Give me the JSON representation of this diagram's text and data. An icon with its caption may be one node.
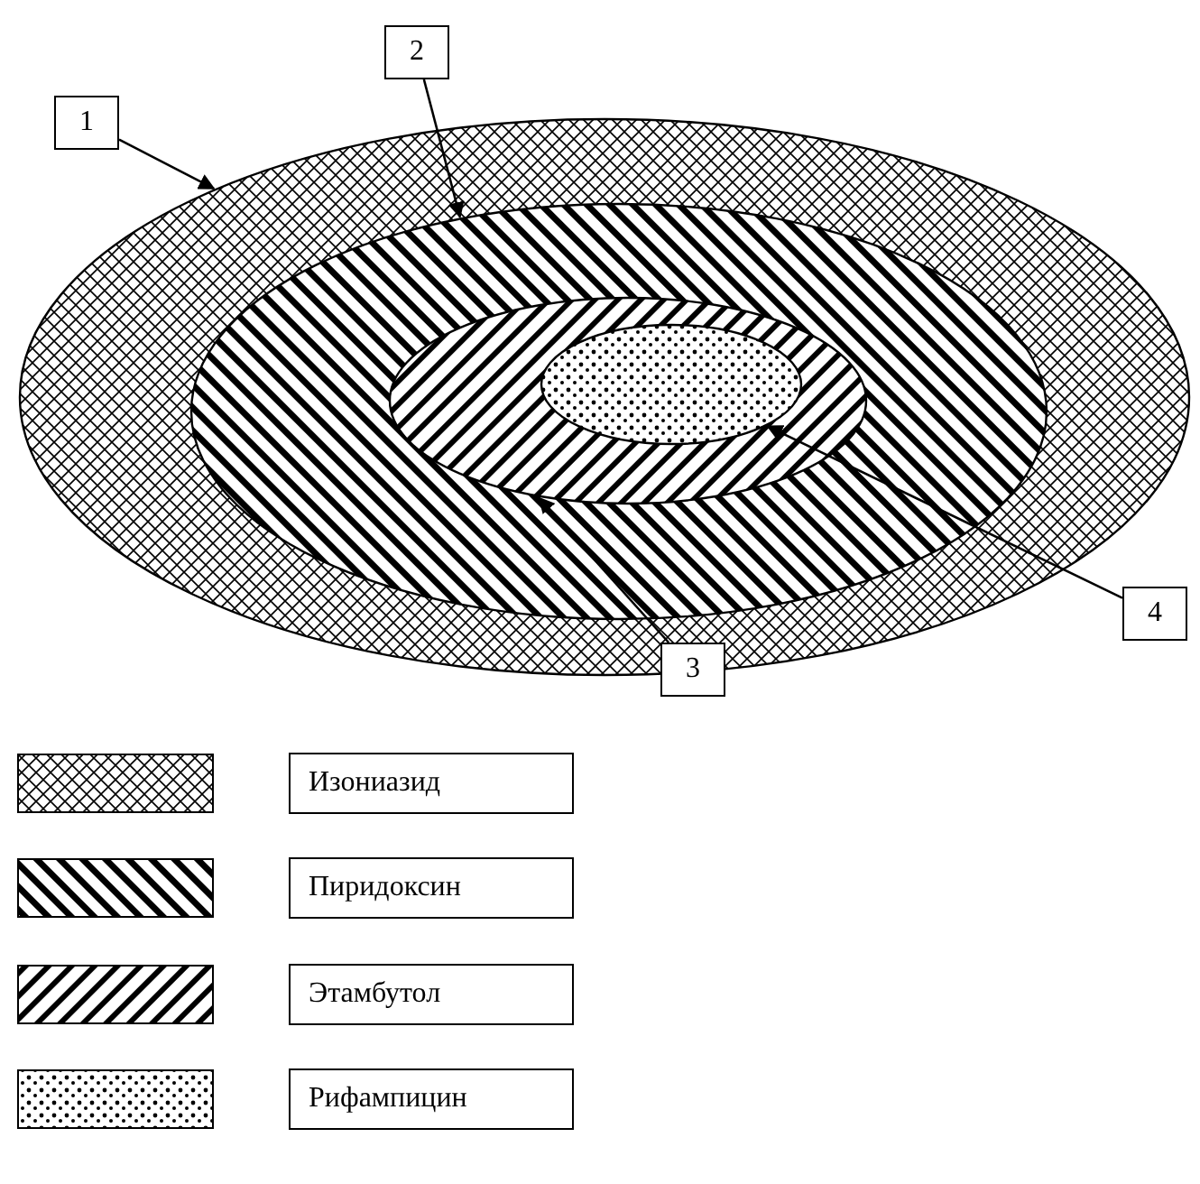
{
  "diagram": {
    "nodes": [
      {
        "text": [],
        "shape": "ellipse"
      },
      {
        "text": [],
        "shape": "ellipse",
        "in": 0
      },
      {
        "text": [],
        "shape": "ellipse",
        "in": 1
      },
      {
        "text": [],
        "shape": "ellipse",
        "in": 2
      },
      {
        "text": [
          "1"
        ]
      },
      {
        "text": [
          "2"
        ]
      },
      {
        "text": [
          "3"
        ]
      },
      {
        "text": [
          "4"
        ]
      }
    ],
    "edges": [
      {
        "from": 4,
        "to": 0,
        "arrow": "to"
      },
      {
        "from": 5,
        "to": 1,
        "arrow": "to"
      },
      {
        "from": 6,
        "to": 2,
        "arrow": "to"
      },
      {
        "from": 7,
        "to": 3,
        "arrow": "to"
      }
    ],
    "legend": [
      {
        "text": "Изониазид"
      },
      {
        "text": "Пиридоксин"
      },
      {
        "text": "Этамбутол"
      },
      {
        "text": "Рифампицин"
      }
    ]
  }
}
